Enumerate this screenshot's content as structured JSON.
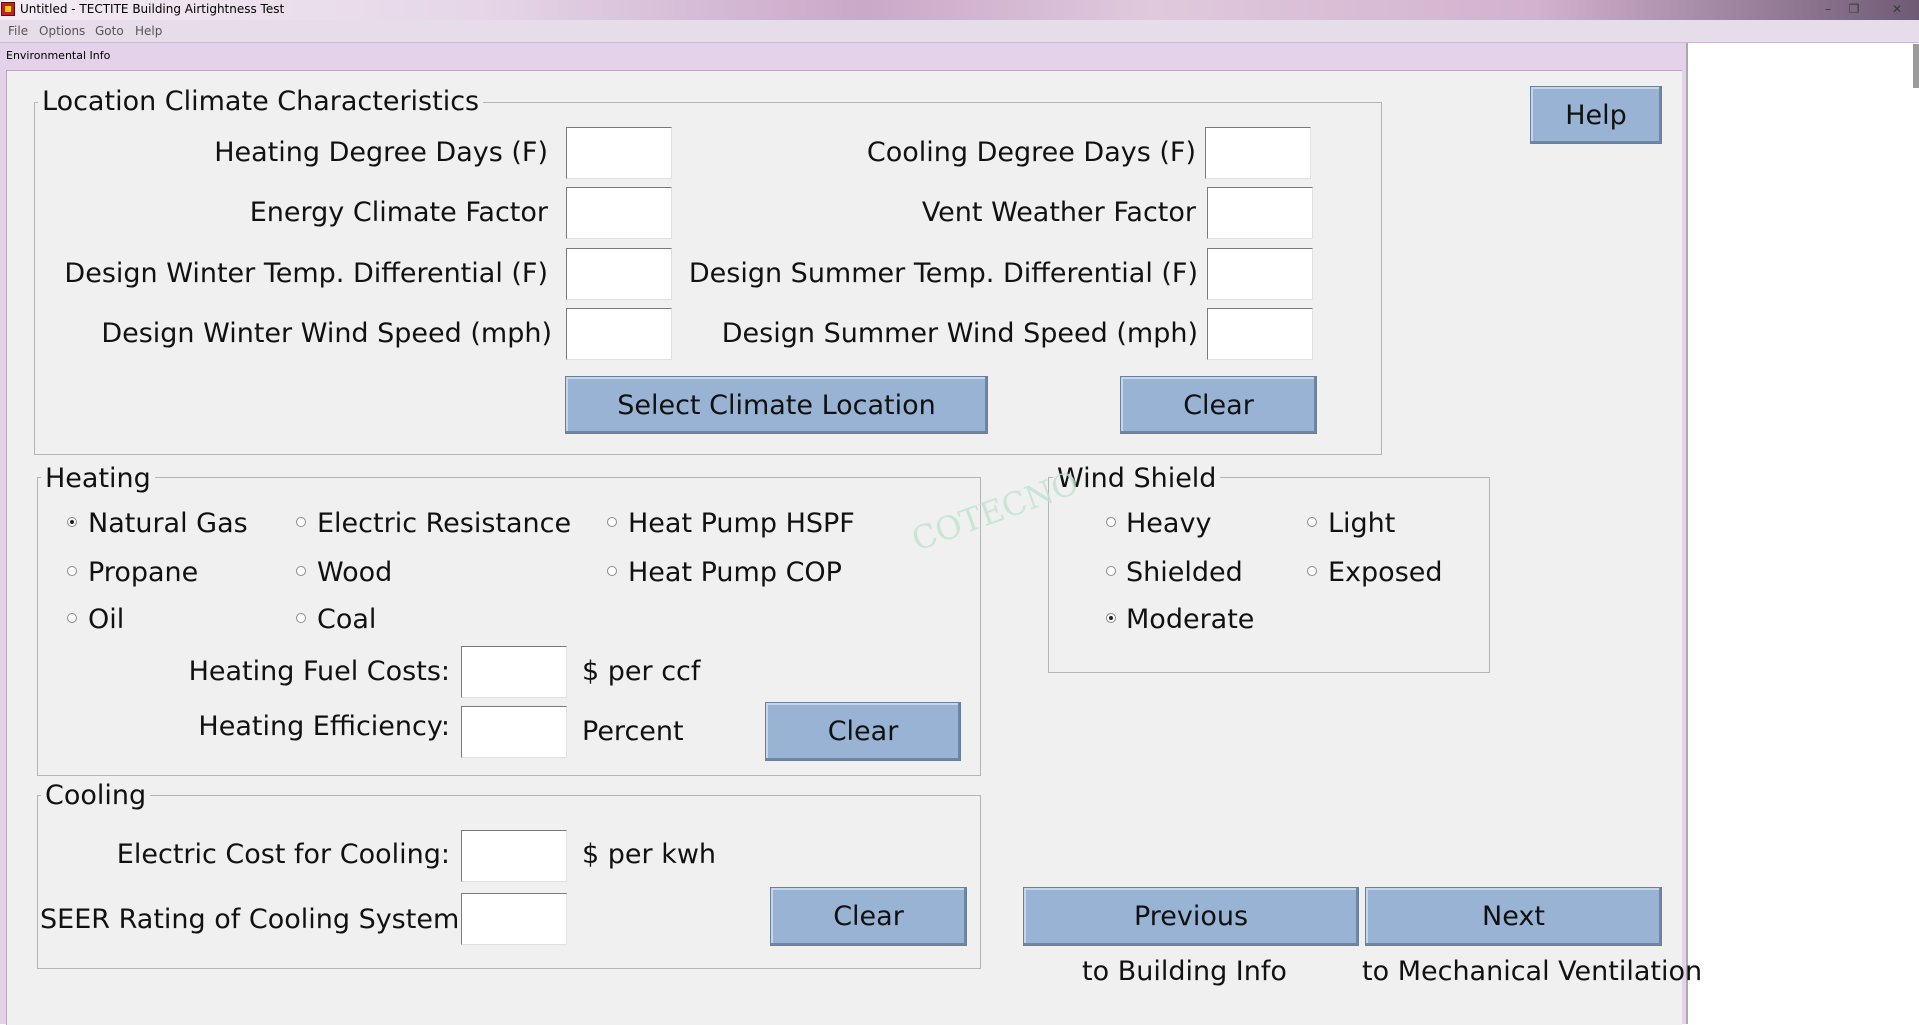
{
  "window": {
    "title": "Untitled - TECTITE Building Airtightness Test",
    "controls": {
      "minimize": "–",
      "restore": "❐",
      "close": "✕"
    }
  },
  "menu": [
    "File",
    "Options",
    "Goto",
    "Help"
  ],
  "form_title": "Environmental Info",
  "help_button": "Help",
  "location": {
    "title": "Location Climate Characteristics",
    "fields": {
      "heating_degree_days": {
        "label": "Heating Degree Days (F)",
        "value": ""
      },
      "cooling_degree_days": {
        "label": "Cooling Degree Days (F)",
        "value": ""
      },
      "energy_climate_factor": {
        "label": "Energy Climate Factor",
        "value": ""
      },
      "vent_weather_factor": {
        "label": "Vent Weather Factor",
        "value": ""
      },
      "design_winter_temp": {
        "label": "Design Winter Temp. Differential (F)",
        "value": ""
      },
      "design_summer_temp": {
        "label": "Design Summer Temp. Differential (F)",
        "value": ""
      },
      "design_winter_wind": {
        "label": "Design Winter Wind Speed (mph)",
        "value": ""
      },
      "design_summer_wind": {
        "label": "Design Summer Wind Speed (mph)",
        "value": ""
      }
    },
    "select_button": "Select Climate Location",
    "clear_button": "Clear"
  },
  "heating": {
    "title": "Heating",
    "options": {
      "natural_gas": "Natural Gas",
      "electric_resistance": "Electric Resistance",
      "heat_pump_hspf": "Heat Pump HSPF",
      "propane": "Propane",
      "wood": "Wood",
      "heat_pump_cop": "Heat Pump COP",
      "oil": "Oil",
      "coal": "Coal"
    },
    "selected": "Natural Gas",
    "fuel_costs_label": "Heating Fuel Costs:",
    "fuel_costs_value": "",
    "fuel_costs_unit": "$ per ccf",
    "efficiency_label": "Heating Efficiency:",
    "efficiency_value": "",
    "efficiency_unit": "Percent",
    "clear_button": "Clear"
  },
  "cooling": {
    "title": "Cooling",
    "electric_cost_label": "Electric Cost for Cooling:",
    "electric_cost_value": "",
    "electric_cost_unit": "$ per kwh",
    "seer_label": "SEER Rating of Cooling System:",
    "seer_value": "",
    "clear_button": "Clear"
  },
  "wind_shield": {
    "title": "Wind Shield",
    "options": {
      "heavy": "Heavy",
      "light": "Light",
      "shielded": "Shielded",
      "exposed": "Exposed",
      "moderate": "Moderate"
    },
    "selected": "Moderate"
  },
  "navigation": {
    "previous_button": "Previous",
    "previous_caption": "to Building Info",
    "next_button": "Next",
    "next_caption": "to Mechanical Ventilation"
  },
  "watermark": "COTECNO",
  "colors": {
    "button": "#98b3d4",
    "form_background": "#f0f0f0",
    "frame": "#e4d2ea"
  }
}
